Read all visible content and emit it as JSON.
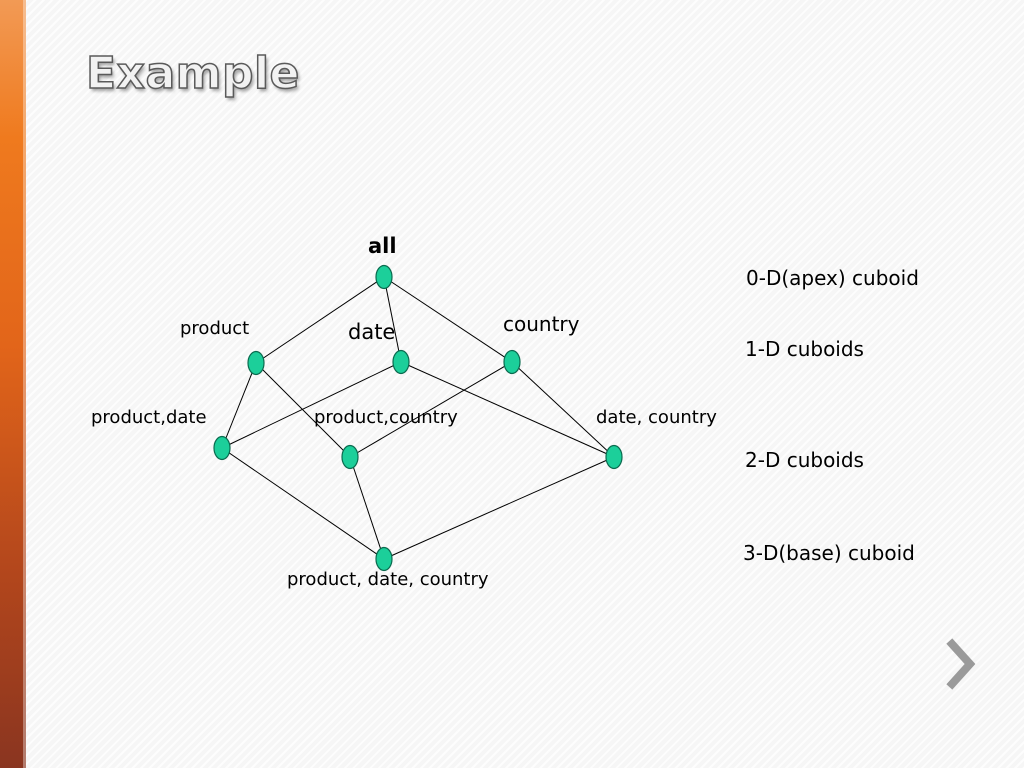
{
  "slide": {
    "title": "Example"
  },
  "lattice": {
    "nodes": {
      "all": "all",
      "product": "product",
      "date": "date",
      "country": "country",
      "product_date": "product,date",
      "product_country": "product,country",
      "date_country": "date, country",
      "product_date_country": "product, date, country"
    },
    "levels": [
      "0-D(apex) cuboid",
      "1-D cuboids",
      "2-D cuboids",
      "3-D(base) cuboid"
    ],
    "node_color": "#1ccf9a",
    "edge_color": "#000000"
  },
  "navigation": {
    "next_icon": "chevron-right-icon"
  }
}
